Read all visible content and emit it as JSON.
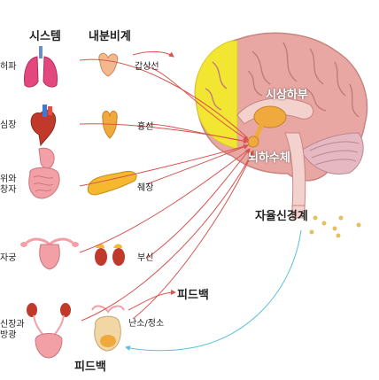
{
  "headers": {
    "systems": "시스템",
    "endocrine": "내분비계"
  },
  "systems": [
    {
      "id": "lung",
      "label": "허파"
    },
    {
      "id": "heart",
      "label": "심장"
    },
    {
      "id": "gut",
      "label": "위와\n창자"
    },
    {
      "id": "uterus",
      "label": "자궁"
    },
    {
      "id": "kidney",
      "label": "신장과\n방광"
    }
  ],
  "glands": [
    {
      "id": "thyroid",
      "label": "갑상선"
    },
    {
      "id": "thymus",
      "label": "흉선"
    },
    {
      "id": "pancreas",
      "label": "췌장"
    },
    {
      "id": "adrenal",
      "label": "부신"
    },
    {
      "id": "gonads",
      "label": "난소/정소"
    }
  ],
  "brain_labels": {
    "hypothalamus": "시상하부",
    "pituitary": "뇌하수체",
    "autonomic": "자율신경계"
  },
  "feedback": {
    "upper": "피드백",
    "lower": "피드백"
  },
  "colors": {
    "arrow_red": "#d9534f",
    "arrow_blue": "#5bc0de",
    "brain": "#e8a7a3",
    "brain_frontal": "#f2e632",
    "gland_orange": "#f0a93c",
    "organ_red": "#c0392b",
    "organ_pink": "#f2a0a6"
  }
}
